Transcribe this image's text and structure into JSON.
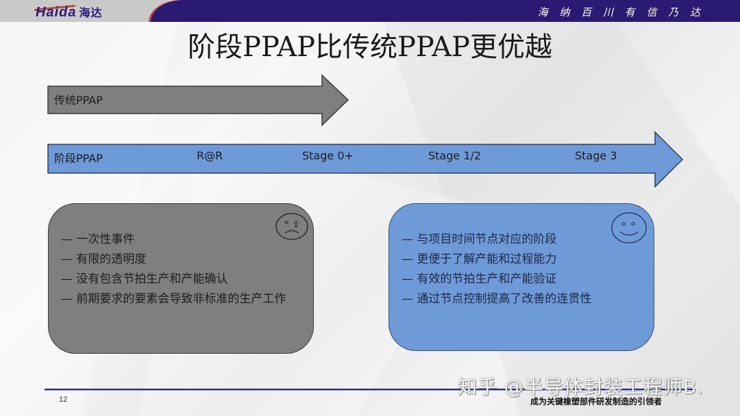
{
  "header": {
    "logo_latin": "Haida",
    "logo_cn": "海达",
    "slogan": "海 纳 百 川  有 信 乃 达"
  },
  "slide": {
    "title": "阶段PPAP比传统PPAP更优越",
    "traditional_arrow": {
      "label": "传统PPAP",
      "color": "#7f7f7f"
    },
    "staged_arrow": {
      "color": "#6e9ad8",
      "labels": [
        "阶段PPAP",
        "R@R",
        "Stage 0+",
        "Stage 1/2",
        "Stage 3"
      ]
    },
    "traditional_card": {
      "face": "sad-face",
      "items": [
        "—   一次性事件",
        "—  有限的透明度",
        "—  没有包含节拍生产和产能确认",
        "— 前期要求的要素会导致非标准的生产工作"
      ]
    },
    "staged_card": {
      "face": "happy-face",
      "items": [
        "—   与项目时间节点对应的阶段",
        "—  更便于了解产能和过程能力",
        "—  有效的节拍生产和产能验证",
        "— 通过节点控制提高了改善的连贯性"
      ]
    }
  },
  "footer": {
    "page_number": "12",
    "tagline": "成为关键橡塑部件研发制造的引领者",
    "watermark": "知乎 @半导体封装工程师B."
  }
}
